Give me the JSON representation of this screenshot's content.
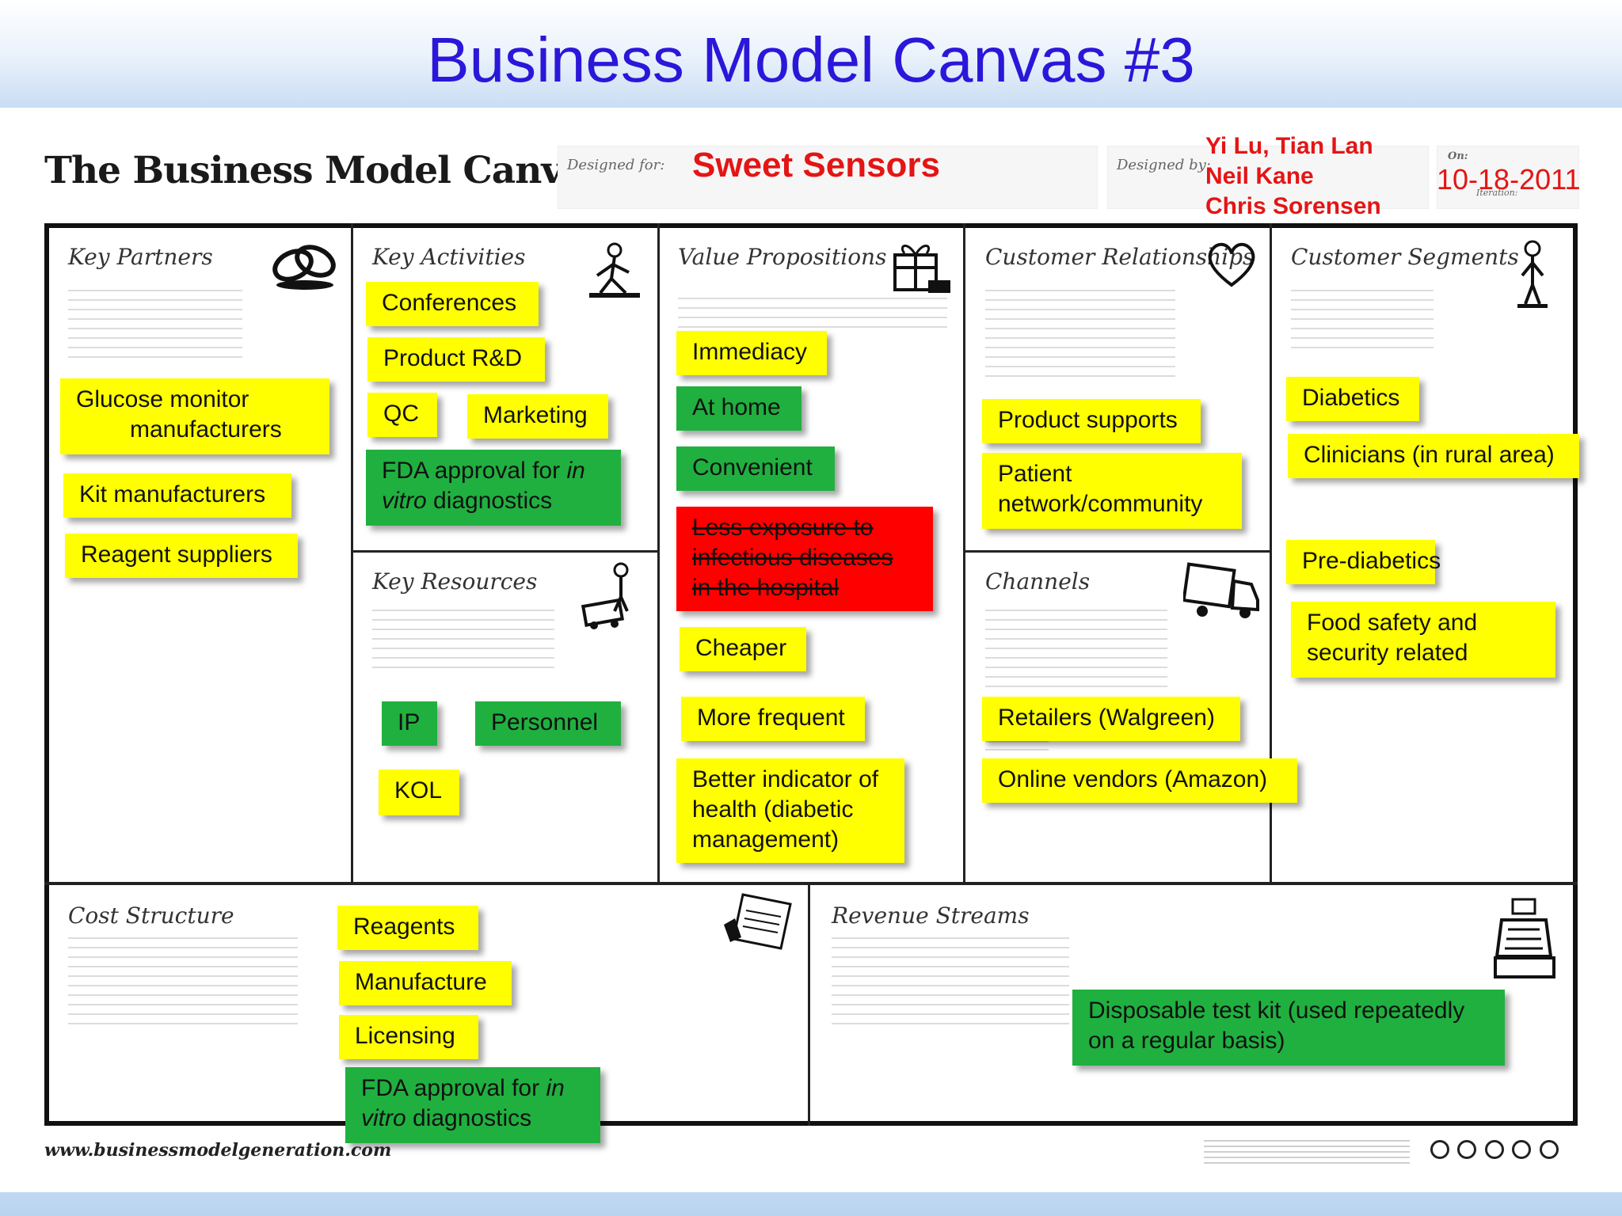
{
  "slide": {
    "title": "Business Model Canvas #3"
  },
  "header": {
    "logo_text": "The Business Model Canvas",
    "designed_for_label": "Designed for:",
    "designed_for_value": "Sweet Sensors",
    "designed_by_label": "Designed by:",
    "designers": [
      "Yi Lu, Tian Lan",
      "Neil Kane",
      "Chris Sorensen"
    ],
    "on_label": "On:",
    "iteration_label": "Iteration:",
    "date": "10-18-2011"
  },
  "sections": {
    "key_partners": {
      "title": "Key Partners",
      "notes": [
        "Glucose monitor",
        "manufacturers",
        "Kit manufacturers",
        "Reagent suppliers"
      ]
    },
    "key_activities": {
      "title": "Key Activities",
      "notes": [
        "Conferences",
        "Product R&D",
        "QC",
        "Marketing",
        "FDA approval for ",
        "in",
        "vitro",
        " diagnostics"
      ]
    },
    "key_resources": {
      "title": "Key Resources",
      "notes": [
        "IP",
        "Personnel",
        "KOL"
      ]
    },
    "value_propositions": {
      "title": "Value Propositions",
      "notes": [
        "Immediacy",
        "At home",
        "Convenient",
        "Less exposure to",
        "infectious diseases",
        "in the hospital",
        "Cheaper",
        "More frequent",
        "Better indicator of",
        "health (diabetic",
        "management)"
      ]
    },
    "customer_relationships": {
      "title": "Customer Relationships",
      "notes": [
        "Product supports",
        "Patient",
        "network/community"
      ]
    },
    "channels": {
      "title": "Channels",
      "notes": [
        "Retailers (Walgreen)",
        "Online vendors (Amazon)"
      ]
    },
    "customer_segments": {
      "title": "Customer Segments",
      "notes": [
        "Diabetics",
        "Clinicians (in rural area)",
        "Pre-diabetics",
        "Food safety and",
        "security related"
      ]
    },
    "cost_structure": {
      "title": "Cost Structure",
      "notes": [
        "Reagents",
        "Manufacture",
        "Licensing",
        "FDA approval for ",
        "in",
        "vitro",
        " diagnostics"
      ]
    },
    "revenue_streams": {
      "title": "Revenue Streams",
      "notes": [
        "Disposable test kit (used repeatedly",
        "on a regular basis)"
      ]
    }
  },
  "footer": {
    "url": "www.businessmodelgeneration.com"
  },
  "colors": {
    "yellow_note": "#ffff00",
    "green_note": "#20b040",
    "red_note": "#ff0000",
    "title_blue": "#2a17d9",
    "header_red": "#e41515"
  }
}
